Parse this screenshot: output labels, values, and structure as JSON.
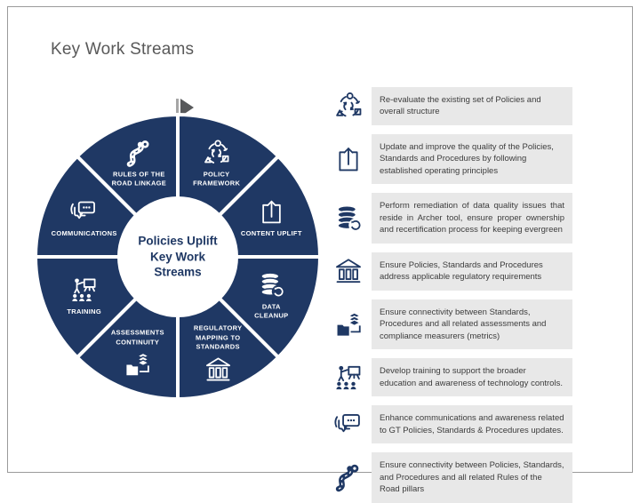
{
  "title": "Key Work Streams",
  "colors": {
    "navy": "#1F3864",
    "box_gray": "#E8E8E8",
    "title_gray": "#595959",
    "body_text": "#3C3C3C",
    "segment_label": "#FFFFFF"
  },
  "wheel": {
    "center_label": "Policies Uplift\nKey Work\nStreams",
    "start_marker": "flag-icon",
    "segments": [
      {
        "label": "POLICY\nFRAMEWORK",
        "icon": "policy-framework-icon"
      },
      {
        "label": "CONTENT UPLIFT",
        "icon": "content-uplift-icon"
      },
      {
        "label": "DATA\nCLEANUP",
        "icon": "data-cleanup-icon"
      },
      {
        "label": "REGULATORY\nMAPPING TO\nSTANDARDS",
        "icon": "bank-icon"
      },
      {
        "label": "ASSESSMENTS\nCONTINUITY",
        "icon": "folder-layers-icon"
      },
      {
        "label": "TRAINING",
        "icon": "training-icon"
      },
      {
        "label": "COMMUNICATIONS",
        "icon": "chat-bubbles-icon"
      },
      {
        "label": "RULES OF THE\nROAD LINKAGE",
        "icon": "road-icon"
      }
    ]
  },
  "work_streams": [
    {
      "icon": "policy-framework-icon",
      "text": "Re-evaluate the existing set of Policies and overall structure"
    },
    {
      "icon": "content-uplift-icon",
      "text": "Update and improve the quality of the Policies, Standards and Procedures by following established operating principles"
    },
    {
      "icon": "data-cleanup-icon",
      "text": "Perform remediation of data quality issues that reside in Archer tool, ensure proper ownership and recertification process for keeping evergreen"
    },
    {
      "icon": "bank-icon",
      "text": "Ensure Policies, Standards and Procedures address applicable regulatory requirements"
    },
    {
      "icon": "folder-layers-icon",
      "text": "Ensure connectivity between Standards, Procedures and all related assessments and compliance measurers (metrics)"
    },
    {
      "icon": "training-icon",
      "text": "Develop training to support the broader education and awareness of technology controls."
    },
    {
      "icon": "chat-bubbles-icon",
      "text": "Enhance communications and awareness related to GT Policies, Standards & Procedures updates."
    },
    {
      "icon": "road-icon",
      "text": "Ensure connectivity between Policies, Standards, and Procedures and all related Rules of the Road pillars"
    }
  ]
}
